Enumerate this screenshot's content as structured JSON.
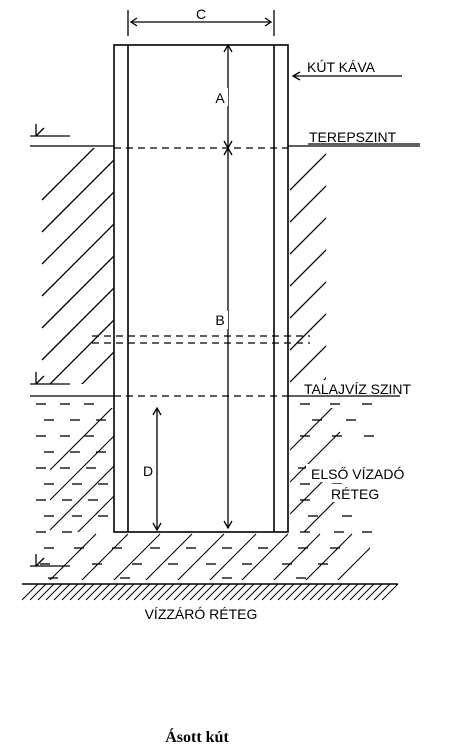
{
  "labels": {
    "c": "C",
    "a": "A",
    "b": "B",
    "d": "D",
    "kut_kava": "KÚT KÁVA",
    "terepszint": "TEREPSZINT",
    "talajviz_szint": "TALAJVÍZ SZINT",
    "elso_vizado_1": "ELSŐ VÍZADÓ",
    "elso_vizado_2": "RÉTEG",
    "vizzaro": "VÍZZÁRÓ RÉTEG"
  },
  "caption": "Ásott kút"
}
